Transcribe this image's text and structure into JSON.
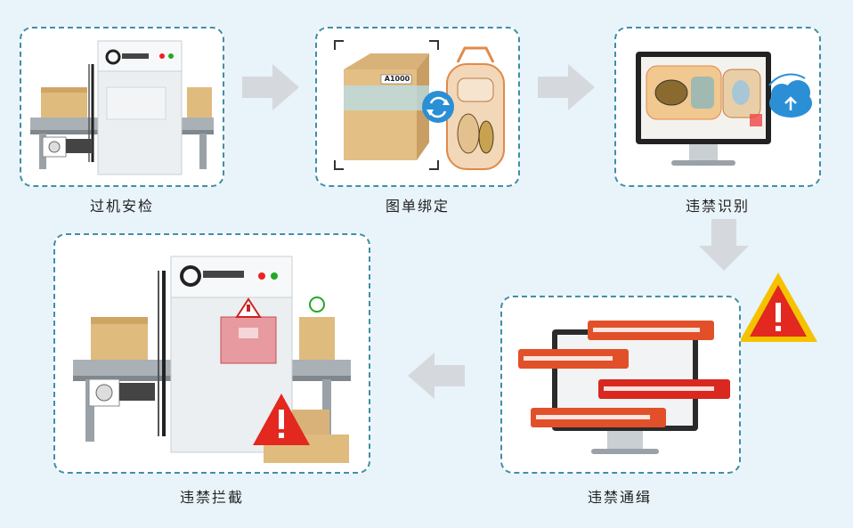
{
  "steps": [
    {
      "id": "step1",
      "label": "过机安检"
    },
    {
      "id": "step2",
      "label": "图单绑定"
    },
    {
      "id": "step3",
      "label": "违禁识别"
    },
    {
      "id": "step4",
      "label": "违禁通缉"
    },
    {
      "id": "step5",
      "label": "违禁拦截"
    }
  ],
  "package_label": "A1000",
  "colors": {
    "border": "#3f8fa5",
    "arrow": "#d5d9dd",
    "alert_red": "#e2281f",
    "alert_yellow": "#f5c200",
    "bar_red": "#e2502a"
  },
  "icons": [
    "scanner-machine-icon",
    "cardboard-box-icon",
    "bind-refresh-icon",
    "backpack-xray-icon",
    "monitor-icon",
    "cloud-upload-icon",
    "warning-triangle-icon",
    "alert-messages-icon"
  ]
}
